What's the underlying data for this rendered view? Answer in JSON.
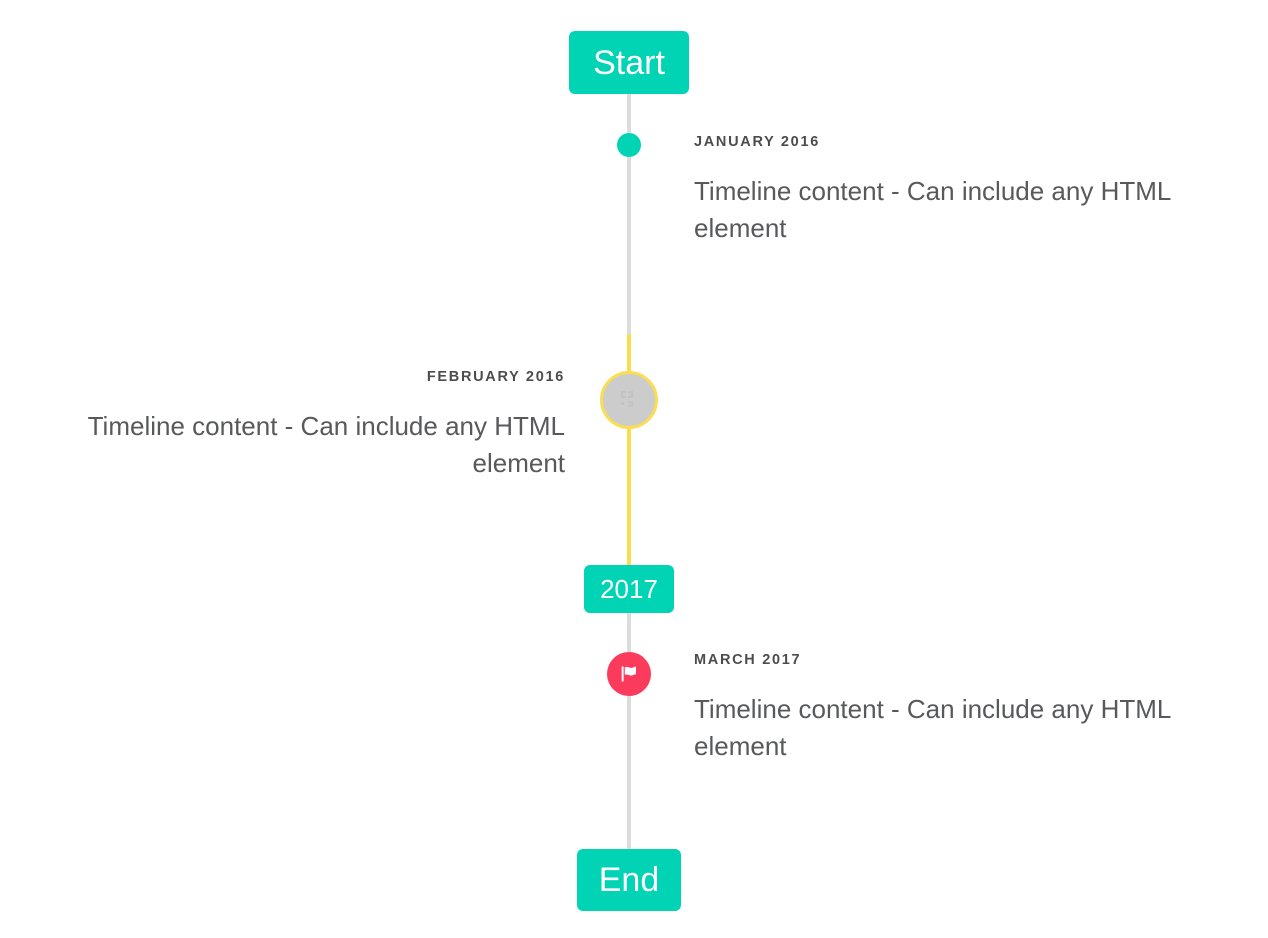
{
  "theme": {
    "background": "#ffffff",
    "accent_teal": "#00d4b4",
    "accent_yellow": "#fbdd52",
    "accent_pink": "#fb3b5c",
    "line_gray": "#dcdcdc",
    "marker_gray": "#cccccc",
    "label_color": "#4c4c4c",
    "body_color": "#58595b"
  },
  "timeline": {
    "start_badge": {
      "label": "Start",
      "icon": "none"
    },
    "year_badge": {
      "label": "2017",
      "icon": "none"
    },
    "end_badge": {
      "label": "End",
      "icon": "none"
    },
    "entries": [
      {
        "id": "january-2016",
        "label": "JANUARY 2016",
        "body": "Timeline content - Can include any HTML element",
        "side": "right",
        "marker_icon": "dot-icon",
        "marker_color": "#00d4b4"
      },
      {
        "id": "february-2016",
        "label": "FEBRUARY 2016",
        "body": "Timeline content - Can include any HTML element",
        "side": "left",
        "marker_icon": "broken-image-icon",
        "marker_color": "#cccccc",
        "marker_border_color": "#fbdd52"
      },
      {
        "id": "march-2017",
        "label": "MARCH 2017",
        "body": "Timeline content - Can include any HTML element",
        "side": "right",
        "marker_icon": "flag-icon",
        "marker_color": "#fb3b5c"
      }
    ]
  }
}
